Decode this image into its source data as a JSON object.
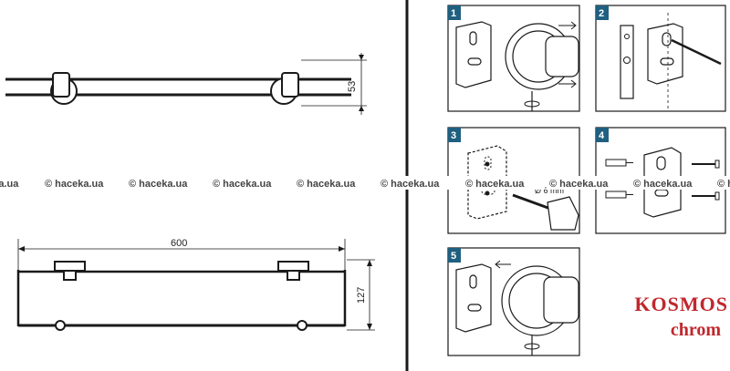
{
  "dimensions": {
    "height_side": "53",
    "width": "600",
    "depth": "127"
  },
  "steps": [
    {
      "number": "1"
    },
    {
      "number": "2"
    },
    {
      "number": "3",
      "drill_label": "Ø 6 mm"
    },
    {
      "number": "4"
    },
    {
      "number": "5"
    }
  ],
  "watermark": {
    "text": "© haceka.ua"
  },
  "brand": {
    "name": "KOSMOS",
    "finish": "chrom",
    "color": "#c1272d"
  },
  "colors": {
    "step_badge": "#1f5f80",
    "line": "#1a1a1a"
  }
}
